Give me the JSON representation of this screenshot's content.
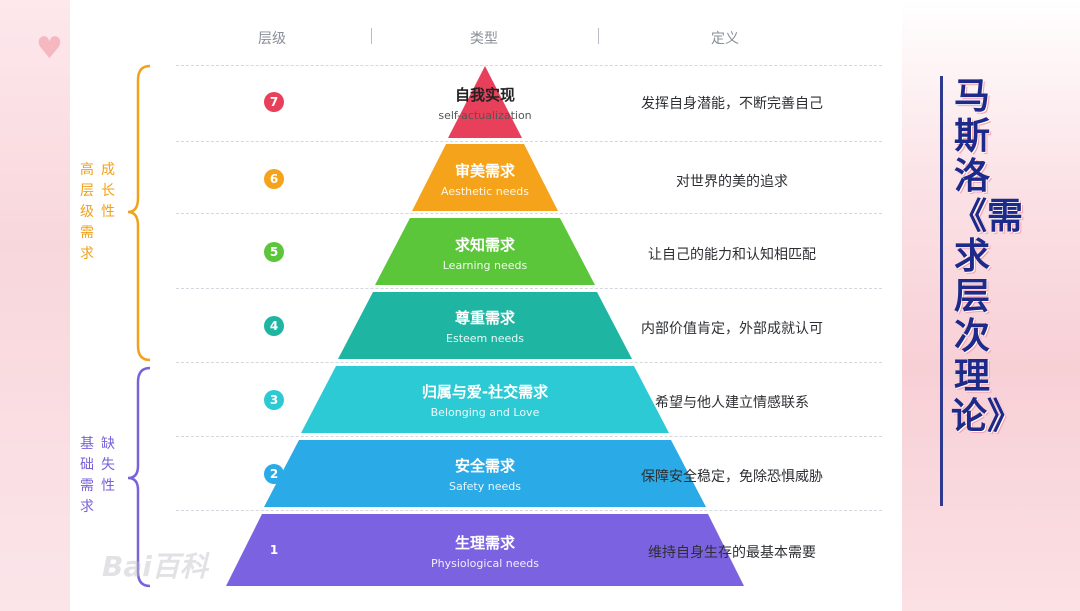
{
  "headers": {
    "level": "层级",
    "type": "类型",
    "definition": "定义"
  },
  "layers": [
    {
      "num": "7",
      "zh": "自我实现",
      "en": "self-actualization",
      "definition": "发挥自身潜能，不断完善自己",
      "color": "#e8405a"
    },
    {
      "num": "6",
      "zh": "审美需求",
      "en": "Aesthetic needs",
      "definition": "对世界的美的追求",
      "color": "#f4a31a"
    },
    {
      "num": "5",
      "zh": "求知需求",
      "en": "Learning needs",
      "definition": "让自己的能力和认知相匹配",
      "color": "#5cc63a"
    },
    {
      "num": "4",
      "zh": "尊重需求",
      "en": "Esteem needs",
      "definition": "内部价值肯定，外部成就认可",
      "color": "#1fb5a3"
    },
    {
      "num": "3",
      "zh": "归属与爱-社交需求",
      "en": "Belonging and Love",
      "definition": "希望与他人建立情感联系",
      "color": "#2ccad4"
    },
    {
      "num": "2",
      "zh": "安全需求",
      "en": "Safety needs",
      "definition": "保障安全稳定，免除恐惧威胁",
      "color": "#2aaae6"
    },
    {
      "num": "1",
      "zh": "生理需求",
      "en": "Physiological needs",
      "definition": "维持自身生存的最基本需要",
      "color": "#7b62e0"
    }
  ],
  "groups": {
    "growth": {
      "col1": "高层级需求",
      "col2": "成长性",
      "color": "#f0a21a"
    },
    "deficiency": {
      "col1": "基础需求",
      "col2": "缺失性",
      "color": "#7a62d8"
    }
  },
  "title": "马斯洛《需求层次理论》",
  "watermark": "Bai百科"
}
